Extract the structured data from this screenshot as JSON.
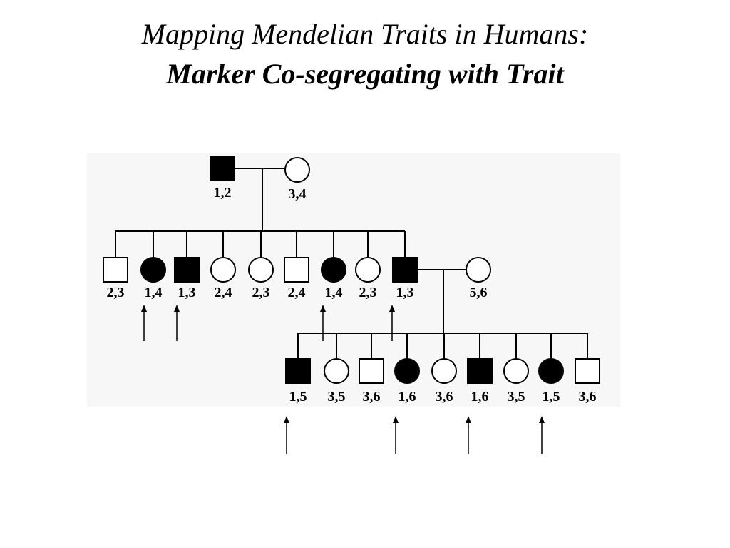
{
  "title": {
    "line1": "Mapping Mendelian Traits in Humans:",
    "line2": "Marker Co-segregating with Trait"
  },
  "colors": {
    "affected": "#000000",
    "unaffected": "#ffffff",
    "stroke": "#000000",
    "panel_background": "#f7f7f7"
  },
  "pedigree": {
    "generation1": [
      {
        "sex": "male",
        "affected": true,
        "genotype": "1,2"
      },
      {
        "sex": "female",
        "affected": false,
        "genotype": "3,4"
      }
    ],
    "generation2": [
      {
        "sex": "male",
        "affected": false,
        "genotype": "2,3",
        "arrow": false
      },
      {
        "sex": "female",
        "affected": true,
        "genotype": "1,4",
        "arrow": true
      },
      {
        "sex": "male",
        "affected": true,
        "genotype": "1,3",
        "arrow": true
      },
      {
        "sex": "female",
        "affected": false,
        "genotype": "2,4",
        "arrow": false
      },
      {
        "sex": "female",
        "affected": false,
        "genotype": "2,3",
        "arrow": false
      },
      {
        "sex": "male",
        "affected": false,
        "genotype": "2,4",
        "arrow": false
      },
      {
        "sex": "female",
        "affected": true,
        "genotype": "1,4",
        "arrow": true
      },
      {
        "sex": "female",
        "affected": false,
        "genotype": "2,3",
        "arrow": false
      },
      {
        "sex": "male",
        "affected": true,
        "genotype": "1,3",
        "arrow": true
      }
    ],
    "generation2_spouse": {
      "sex": "female",
      "affected": false,
      "genotype": "5,6"
    },
    "generation3": [
      {
        "sex": "male",
        "affected": true,
        "genotype": "1,5",
        "arrow": true
      },
      {
        "sex": "female",
        "affected": false,
        "genotype": "3,5",
        "arrow": false
      },
      {
        "sex": "male",
        "affected": false,
        "genotype": "3,6",
        "arrow": false
      },
      {
        "sex": "female",
        "affected": true,
        "genotype": "1,6",
        "arrow": true
      },
      {
        "sex": "female",
        "affected": false,
        "genotype": "3,6",
        "arrow": false
      },
      {
        "sex": "male",
        "affected": true,
        "genotype": "1,6",
        "arrow": true
      },
      {
        "sex": "female",
        "affected": false,
        "genotype": "3,5",
        "arrow": false
      },
      {
        "sex": "female",
        "affected": true,
        "genotype": "1,5",
        "arrow": true
      },
      {
        "sex": "male",
        "affected": false,
        "genotype": "3,6",
        "arrow": false
      }
    ]
  }
}
